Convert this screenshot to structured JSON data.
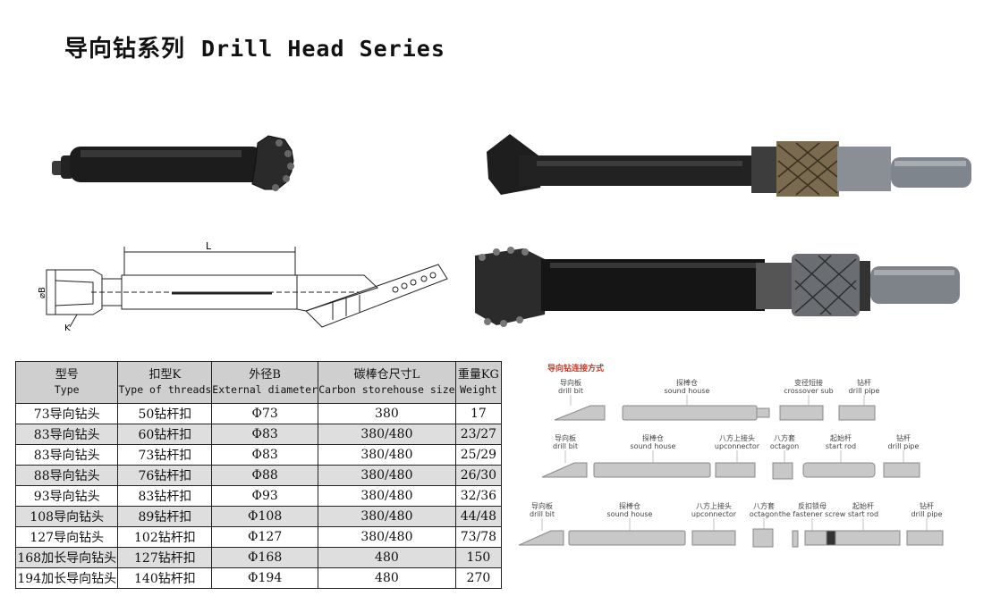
{
  "title": {
    "cn": "导向钻系列",
    "en": "Drill Head Series"
  },
  "diagram": {
    "dim_L": "L",
    "dim_B": "⌀B",
    "dim_K": "K"
  },
  "table": {
    "headers": [
      {
        "cn": "型号",
        "en": "Type"
      },
      {
        "cn": "扣型K",
        "en": "Type of threads"
      },
      {
        "cn": "外径B",
        "en": "External diameter"
      },
      {
        "cn": "碳棒仓尺寸L",
        "en": "Carbon storehouse size"
      },
      {
        "cn": "重量KG",
        "en": "Weight"
      }
    ],
    "rows": [
      [
        "73导向钻头",
        "50钻杆扣",
        "Φ73",
        "380",
        "17"
      ],
      [
        "83导向钻头",
        "60钻杆扣",
        "Φ83",
        "380/480",
        "23/27"
      ],
      [
        "83导向钻头",
        "73钻杆扣",
        "Φ83",
        "380/480",
        "25/29"
      ],
      [
        "88导向钻头",
        "76钻杆扣",
        "Φ88",
        "380/480",
        "26/30"
      ],
      [
        "93导向钻头",
        "83钻杆扣",
        "Φ93",
        "380/480",
        "32/36"
      ],
      [
        "108导向钻头",
        "89钻杆扣",
        "Φ108",
        "380/480",
        "44/48"
      ],
      [
        "127导向钻头",
        "102钻杆扣",
        "Φ127",
        "380/480",
        "73/78"
      ],
      [
        "168加长导向钻头",
        "127钻杆扣",
        "Φ168",
        "480",
        "150"
      ],
      [
        "194加长导向钻头",
        "140钻杆扣",
        "Φ194",
        "480",
        "270"
      ]
    ]
  },
  "connection": {
    "title": "导向钻连接方式",
    "row1": [
      {
        "cn": "导向板",
        "en": "drill bit"
      },
      {
        "cn": "探棒仓",
        "en": "sound house"
      },
      {
        "cn": "变径短接",
        "en": "crossover sub"
      },
      {
        "cn": "钻杆",
        "en": "drill pipe"
      }
    ],
    "row2": [
      {
        "cn": "导向板",
        "en": "drill bit"
      },
      {
        "cn": "探棒仓",
        "en": "sound house"
      },
      {
        "cn": "八方上接头",
        "en": "upconnector"
      },
      {
        "cn": "八方套",
        "en": "octagon"
      },
      {
        "cn": "起始杆",
        "en": "start rod"
      },
      {
        "cn": "钻杆",
        "en": "drill pipe"
      }
    ],
    "row3": [
      {
        "cn": "导向板",
        "en": "drill bit"
      },
      {
        "cn": "探棒仓",
        "en": "sound house"
      },
      {
        "cn": "八方上接头",
        "en": "upconnector"
      },
      {
        "cn": "八方套",
        "en": "octagon"
      },
      {
        "cn": "反扣锁母",
        "en": "the fastener screw"
      },
      {
        "cn": "起始杆",
        "en": "start rod"
      },
      {
        "cn": "钻杆",
        "en": "drill pipe"
      }
    ]
  },
  "colors": {
    "title_red": "#c0392b",
    "header_gray": "#cfcfcf",
    "shade_gray": "#dedede"
  }
}
